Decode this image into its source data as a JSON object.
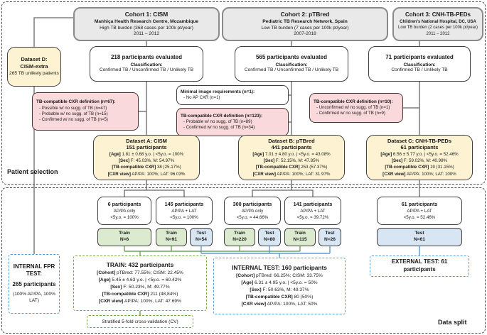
{
  "figure": {
    "patient_selection_label": "Patient selection",
    "data_split_label": "Data split"
  },
  "cohorts": [
    {
      "title": "Cohort 1: CISM",
      "site": "Manhiça Health Research Centre, Mozambique",
      "burden": "High TB burden (368 cases per 100k pt/year)",
      "years": "2011 – 2012"
    },
    {
      "title": "Cohort 2: pTBred",
      "site": "Pediatric TB Research Network, Spain",
      "burden": "Low TB burden (7 cases per 100k pt/year)",
      "years": "2007-2018"
    },
    {
      "title": "Cohort 3: CNH-TB-PEDs",
      "site": "Children's National Hospital, DC, USA",
      "burden": "Low TB burden (2 cases per 100k pt/year)",
      "years": "2011 – 2012"
    }
  ],
  "evaluated": [
    {
      "title": "218 participants evaluated",
      "class_label": "Classification:",
      "classes": "Confirmed TB / Unconfirmed TB / Unlikely TB"
    },
    {
      "title": "565 participants evaluated",
      "class_label": "Classification:",
      "classes": "Confirmed TB / Unconfirmed TB / Unlikely TB"
    },
    {
      "title": "71 participants evaluated",
      "class_label": "Classification:",
      "classes": "Confirmed TB / Unlikely TB"
    }
  ],
  "dataset_d": {
    "name1": "Dataset D:",
    "name2": "CISM-extra",
    "desc": "265 TB unlikely patients"
  },
  "exclusions": [
    {
      "title": "TB-compatible CXR definition (n=67):",
      "i0": "- Possible w/ no sugg. of TB (n=47)",
      "i1": "- Probable w/ no sugg. of TB (n=15)",
      "i2": "- Confirmed w/ no sugg. of TB (n=5)"
    },
    {
      "title": "Minimal image requirements (n=1):",
      "i0": "- No AP CXR (n=1)"
    },
    {
      "title": "TB-compatible CXR definition (n=123):",
      "i0": "- Probable w/ no sugg. of TB (n=89)",
      "i1": "- Confirmed w/ no sugg. of TB (n=34)"
    },
    {
      "title": "TB-compatible CXR definition (n=10):",
      "i0": "- Unconfirmed w/ no sugg. of TB (n=1)",
      "i1": "- Confirmed w/ no sugg. of TB (n=9)"
    }
  ],
  "datasets": [
    {
      "title": "Dataset A: CISM",
      "count": "151 participants",
      "age_label": "[Age]",
      "age": " 1.81 ± 0.68 y.o. | <5y.o. = 100%",
      "sex_label": "[Sex]",
      "sex": " F: 45.03%, M: 54.97%",
      "cxr_label": "[TB-compatible CXR]",
      "cxr": " 38 (25.17%)",
      "view_label": "[CXR view]",
      "view": " AP/PA: 100%; LAT: 96.03%"
    },
    {
      "title": "Dataset B: pTBred",
      "count": "441 participants",
      "age_label": "[Age]",
      "age": " 7.01 ± 4.80 y.o. | <5y.o. = 43.08%",
      "sex_label": "[Sex]",
      "sex": " F: 52.15%, M: 47.85%",
      "cxr_label": "[TB-compatible CXR]",
      "cxr": " 253 (57.37%)",
      "view_label": "[CXR view]",
      "view": " AP/PA: 100%; LAT: 31.97%"
    },
    {
      "title": "Dataset C: CNH-TB-PEDs",
      "count": "61 participants",
      "age_label": "[Age]",
      "age": " 6.56 ± 5.77 y.o. | <5y.o. = 52.46%",
      "sex_label": "[Sex]",
      "sex": " F: 59.02%, M: 40.98%",
      "cxr_label": "[TB-compatible CXR]",
      "cxr": " 19 (31.15%)",
      "view_label": "[CXR view]",
      "view": " AP/PA: 100%; LAT: 100%"
    }
  ],
  "splits": [
    {
      "title": "6 participants",
      "view": "AP/PA only",
      "age": "<5y.o. = 100%"
    },
    {
      "title": "145 participants",
      "view": "AP/PA + LAT",
      "age": "<5y.o. = 100%"
    },
    {
      "title": "300 participants",
      "view": "AP/PA only",
      "age": "<5y.o. = 44.66%"
    },
    {
      "title": "141 participants",
      "view": "AP/PA + LAT",
      "age": "<5y.o. = 39.72%"
    },
    {
      "title": "61 participants",
      "view": "AP/PA + LAT",
      "age": "<5y.o. = 52.46%"
    }
  ],
  "assignments": [
    {
      "word": "Train",
      "n": "N=6"
    },
    {
      "word": "Train",
      "n": "N=91"
    },
    {
      "word": "Test",
      "n": "N=54"
    },
    {
      "word": "Train",
      "n": "N=220"
    },
    {
      "word": "Test",
      "n": "N=80"
    },
    {
      "word": "Train",
      "n": "N=115"
    },
    {
      "word": "Test",
      "n": "N=26"
    },
    {
      "word": "Test",
      "n": "N=61"
    }
  ],
  "final": {
    "fpr": {
      "title": "INTERNAL FPR TEST:",
      "count": "265 participants",
      "note": "(100% AP/PA, 100% LAT)"
    },
    "train": {
      "title": "TRAIN: 432 participants",
      "cohort_label": "[Cohort]",
      "cohort": " pTBred: 77.55%; CISM: 22.45%",
      "age_label": "[Age]",
      "age": " 5.45 ± 4.63 y.o. | <5y.o. = 60.42%",
      "sex_label": "[Sex]",
      "sex": " F: 50.23%, M: 49.77%",
      "cxr_label": "[TB-compatible CXR]",
      "cxr": " 211 (48,84%)",
      "view_label": "[CXR view]",
      "view": " AP/PA: 100%, LAT: 47.69%"
    },
    "cv": "Stratified 5-fold cross-validation (CV)",
    "internal_test": {
      "title": "INTERNAL TEST: 160 participants",
      "cohort_label": "[Cohort]",
      "cohort": " pTBred: 66.25%; CISM: 33.75%",
      "age_label": "[Age]",
      "age": " 6.31 ± 4.95 y.o. | <5y.o. = 50%",
      "sex_label": "[Sex]",
      "sex": " F: 50.63%, M: 49.37%",
      "cxr_label": "[TB-compatible CXR]",
      "cxr": " 80 (50%)",
      "view_label": "[CXR view]",
      "view": " AP/PA: 100%, LAT: 50%"
    },
    "external_test": "EXTERNAL TEST: 61 participants"
  }
}
